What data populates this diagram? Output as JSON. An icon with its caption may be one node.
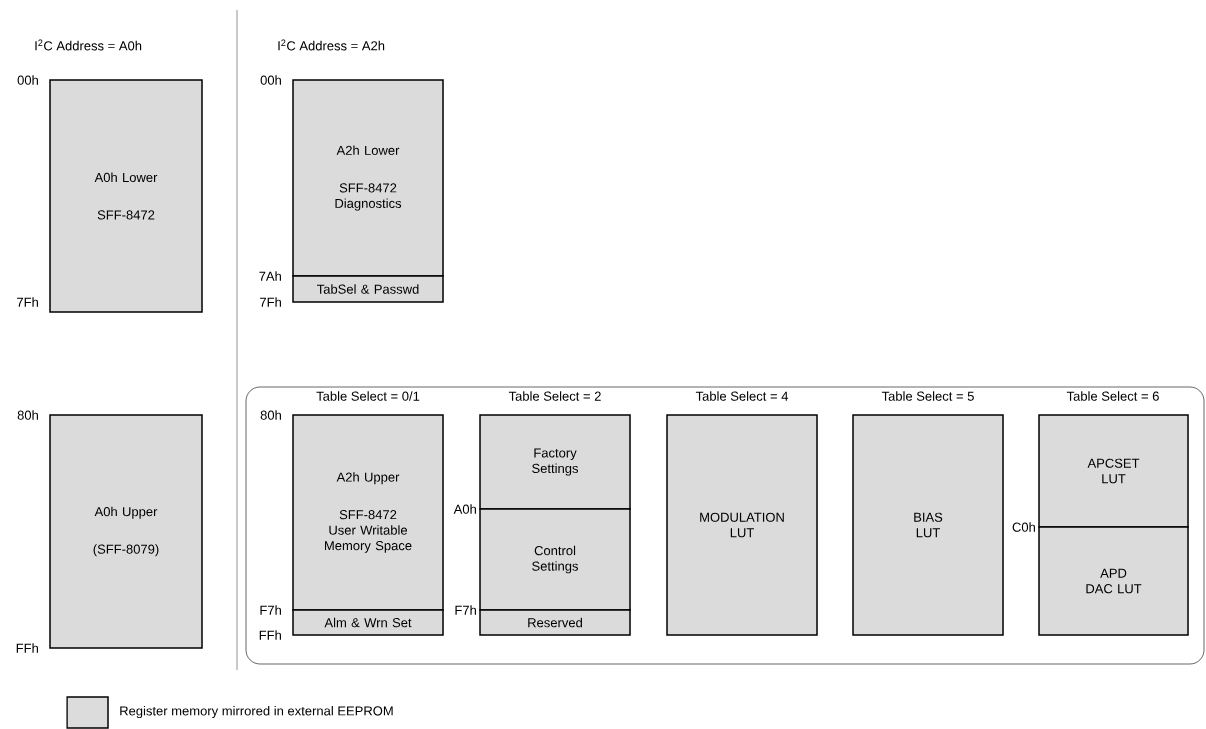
{
  "diagram": {
    "nodes": [
      {
        "text": [
          "A0h Lower",
          "SFF-8472"
        ]
      },
      {
        "text": [
          "A0h Upper",
          "(SFF-8079)"
        ]
      },
      {
        "text": [
          "A2h Lower",
          "SFF-8472 Diagnostics"
        ]
      },
      {
        "text": [
          "TabSel & Passwd"
        ]
      },
      {
        "text": [],
        "shape": "box"
      },
      {
        "text": [
          "A2h Upper",
          "SFF-8472 User Writable Memory Space"
        ],
        "in": 4
      },
      {
        "text": [
          "Alm & Wrn Set"
        ],
        "in": 4
      },
      {
        "text": [
          "Factory Settings"
        ],
        "in": 4
      },
      {
        "text": [
          "Control Settings"
        ],
        "in": 4
      },
      {
        "text": [
          "Reserved"
        ],
        "in": 4
      },
      {
        "text": [
          "MODULATION LUT"
        ],
        "in": 4
      },
      {
        "text": [
          "BIAS LUT"
        ],
        "in": 4
      },
      {
        "text": [
          "APCSET LUT"
        ],
        "in": 4
      },
      {
        "text": [
          "APD DAC LUT"
        ],
        "in": 4
      }
    ],
    "labels": [
      "I$^{2}$C Address = A0h",
      "I$^{2}$C Address = A2h",
      "00h",
      "00h",
      "7Ah",
      "7Fh",
      "7Fh",
      "Table Select = 0/1",
      "Table Select = 2",
      "Table Select = 4",
      "Table Select = 5",
      "Table Select = 6",
      "80h",
      "80h",
      "A0h",
      "C0h",
      "F7h",
      "F7h",
      "FFh",
      "FFh"
    ],
    "legend": [
      {
        "text": "Register memory mirrored in external EEPROM",
        "color": "#dcdcdc"
      }
    ]
  }
}
